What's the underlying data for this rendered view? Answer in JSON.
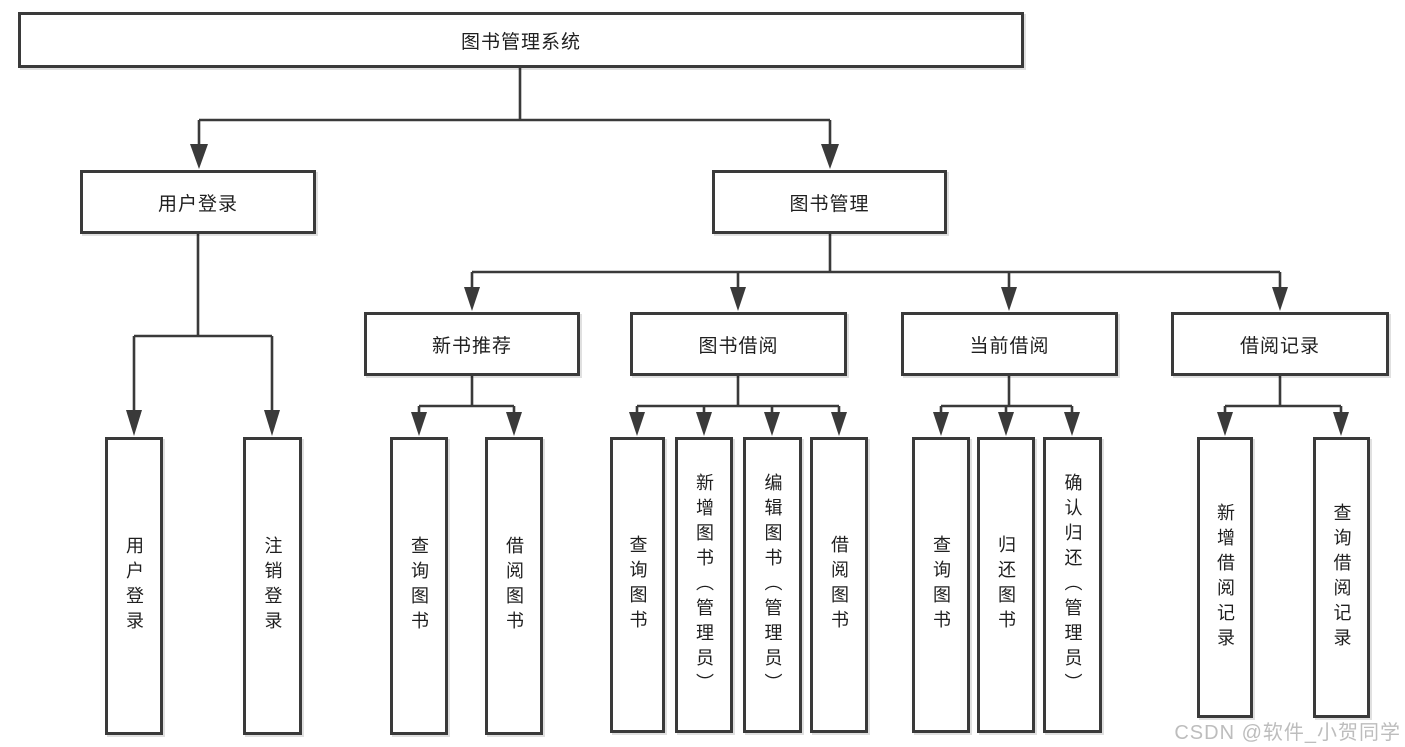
{
  "palette": {
    "line": "#3a3a3a",
    "text": "#1f1f1f",
    "bg": "#ffffff",
    "watermark": "#bdbdbd"
  },
  "watermark": {
    "text": "CSDN @软件_小贺同学"
  },
  "nodes": {
    "root": {
      "label": "图书管理系统"
    },
    "user_login": {
      "label": "用户登录",
      "children": {
        "login": {
          "label": "用户登录"
        },
        "logout": {
          "label": "注销登录"
        }
      }
    },
    "book_mgmt": {
      "label": "图书管理",
      "children": {
        "new_book_rec": {
          "label": "新书推荐",
          "children": {
            "query_books": {
              "label": "查询图书"
            },
            "borrow_books": {
              "label": "借阅图书"
            }
          }
        },
        "book_borrow": {
          "label": "图书借阅",
          "children": {
            "query_books": {
              "label": "查询图书"
            },
            "add_books_admin": {
              "label": "新增图书（管理员）"
            },
            "edit_books_admin": {
              "label": "编辑图书（管理员）"
            },
            "borrow_books": {
              "label": "借阅图书"
            }
          }
        },
        "current_borrow": {
          "label": "当前借阅",
          "children": {
            "query_books": {
              "label": "查询图书"
            },
            "return_books": {
              "label": "归还图书"
            },
            "confirm_return_admin": {
              "label": "确认归还（管理员）"
            }
          }
        },
        "borrow_records": {
          "label": "借阅记录",
          "children": {
            "add_borrow_record": {
              "label": "新增借阅记录"
            },
            "query_borrow_record": {
              "label": "查询借阅记录"
            }
          }
        }
      }
    }
  }
}
